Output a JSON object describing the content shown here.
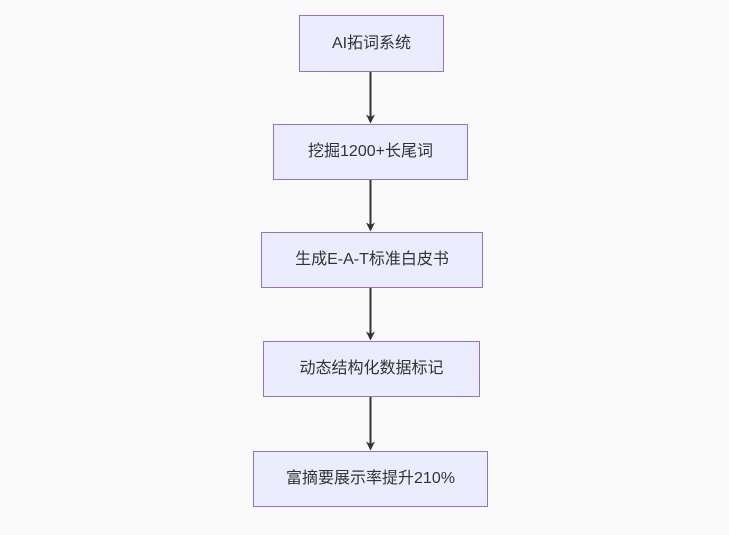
{
  "diagram": {
    "type": "flowchart",
    "direction": "top-down",
    "nodes": [
      {
        "label": "AI拓词系统"
      },
      {
        "label": "挖掘1200+长尾词"
      },
      {
        "label": "生成E-A-T标准白皮书"
      },
      {
        "label": "动态结构化数据标记"
      },
      {
        "label": "富摘要展示率提升210%"
      }
    ],
    "edges": [
      {
        "from": 0,
        "to": 1
      },
      {
        "from": 1,
        "to": 2
      },
      {
        "from": 2,
        "to": 3
      },
      {
        "from": 3,
        "to": 4
      }
    ]
  },
  "colors": {
    "background": "#FAFAFA",
    "node_fill": "#ECECFF",
    "node_border": "#9370DB",
    "node_text": "#333333",
    "arrow": "#333333"
  }
}
